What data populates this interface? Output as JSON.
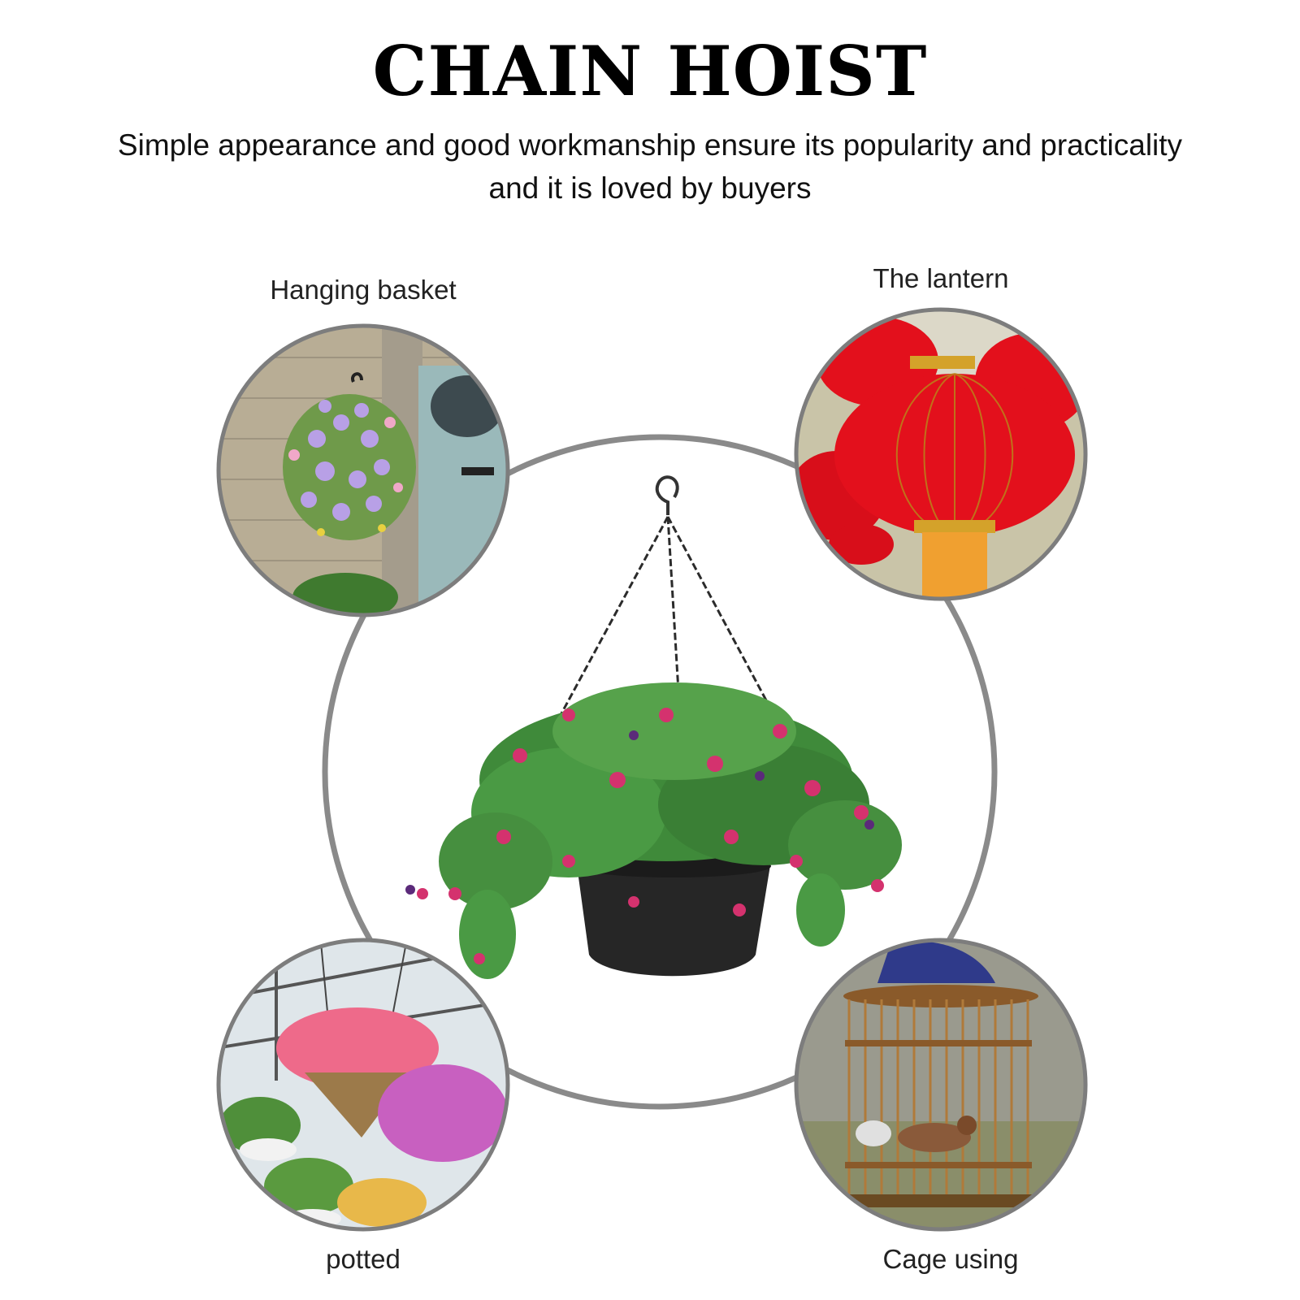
{
  "heading": {
    "title": "CHAIN HOIST",
    "subtitle_line1": "Simple appearance and good workmanship ensure its popularity and practicality",
    "subtitle_line2": "and it is loved by buyers"
  },
  "uses": {
    "top_left": "Hanging basket",
    "top_right": "The lantern",
    "bottom_left": "potted",
    "bottom_right": "Cage using"
  },
  "colors": {
    "ring": "#8a8a8a",
    "lantern_red": "#e3101c",
    "gold": "#d4a22a",
    "foliage": "#3f8a3a",
    "fuchsia": "#d4326e"
  }
}
